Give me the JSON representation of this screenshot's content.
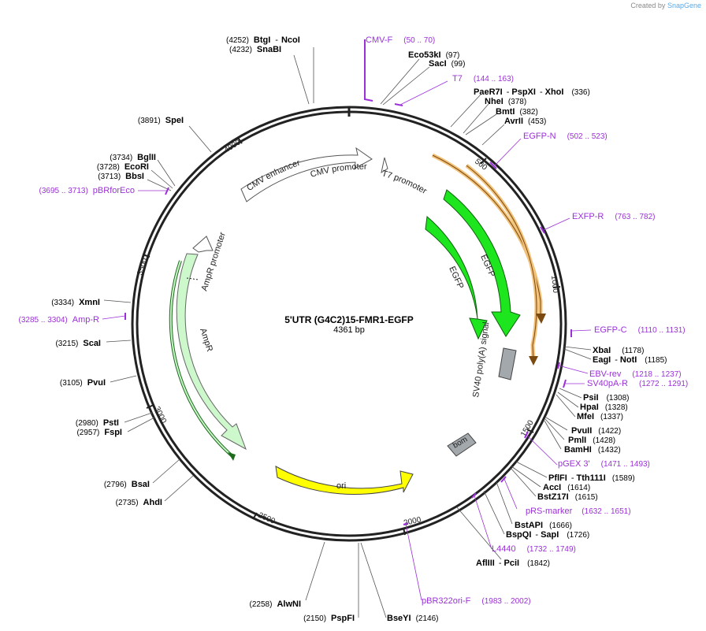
{
  "credit": {
    "prefix": "Created by",
    "brand": "SnapGene"
  },
  "plasmid": {
    "name": "5'UTR (G4C2)15-FMR1-EGFP",
    "size": "4361 bp"
  },
  "ticks": [
    "500",
    "1000",
    "1500",
    "2000",
    "2500",
    "3000",
    "3500",
    "4000"
  ],
  "sites": [
    {
      "pos": "(4252)",
      "names": [
        "BtgI",
        "NcoI"
      ]
    },
    {
      "pos": "(4232)",
      "names": [
        "SnaBI"
      ]
    },
    {
      "pos": "(97)",
      "names": [
        "Eco53kI"
      ]
    },
    {
      "pos": "(99)",
      "names": [
        "SacI"
      ]
    },
    {
      "pos": "(336)",
      "names": [
        "PaeR7I",
        "PspXI",
        "XhoI"
      ]
    },
    {
      "pos": "(378)",
      "names": [
        "NheI"
      ]
    },
    {
      "pos": "(382)",
      "names": [
        "BmtI"
      ]
    },
    {
      "pos": "(453)",
      "names": [
        "AvrII"
      ]
    },
    {
      "pos": "(3891)",
      "names": [
        "SpeI"
      ]
    },
    {
      "pos": "(3734)",
      "names": [
        "BglII"
      ]
    },
    {
      "pos": "(3728)",
      "names": [
        "EcoRI"
      ]
    },
    {
      "pos": "(3713)",
      "names": [
        "BbsI"
      ]
    },
    {
      "pos": "(3334)",
      "names": [
        "XmnI"
      ]
    },
    {
      "pos": "(3215)",
      "names": [
        "ScaI"
      ]
    },
    {
      "pos": "(3105)",
      "names": [
        "PvuI"
      ]
    },
    {
      "pos": "(2980)",
      "names": [
        "PstI"
      ]
    },
    {
      "pos": "(2957)",
      "names": [
        "FspI"
      ]
    },
    {
      "pos": "(2796)",
      "names": [
        "BsaI"
      ]
    },
    {
      "pos": "(2735)",
      "names": [
        "AhdI"
      ]
    },
    {
      "pos": "(2258)",
      "names": [
        "AlwNI"
      ]
    },
    {
      "pos": "(2150)",
      "names": [
        "PspFI"
      ]
    },
    {
      "pos": "(2146)",
      "names": [
        "BseYI"
      ]
    },
    {
      "pos": "(1178)",
      "names": [
        "XbaI"
      ]
    },
    {
      "pos": "(1185)",
      "names": [
        "EagI",
        "NotI"
      ]
    },
    {
      "pos": "(1308)",
      "names": [
        "PsiI"
      ]
    },
    {
      "pos": "(1328)",
      "names": [
        "HpaI"
      ]
    },
    {
      "pos": "(1337)",
      "names": [
        "MfeI"
      ]
    },
    {
      "pos": "(1422)",
      "names": [
        "PvuII"
      ]
    },
    {
      "pos": "(1428)",
      "names": [
        "PmlI"
      ]
    },
    {
      "pos": "(1432)",
      "names": [
        "BamHI"
      ]
    },
    {
      "pos": "(1589)",
      "names": [
        "PflFI",
        "Tth111I"
      ]
    },
    {
      "pos": "(1614)",
      "names": [
        "AccI"
      ]
    },
    {
      "pos": "(1615)",
      "names": [
        "BstZ17I"
      ]
    },
    {
      "pos": "(1666)",
      "names": [
        "BstAPI"
      ]
    },
    {
      "pos": "(1726)",
      "names": [
        "BspQI",
        "SapI"
      ]
    },
    {
      "pos": "(1842)",
      "names": [
        "AflIII",
        "PciI"
      ]
    }
  ],
  "primers": [
    {
      "name": "CMV-F",
      "range": "(50 .. 70)"
    },
    {
      "name": "T7",
      "range": "(144 .. 163)"
    },
    {
      "name": "EGFP-N",
      "range": "(502 .. 523)"
    },
    {
      "name": "EXFP-R",
      "range": "(763 .. 782)"
    },
    {
      "name": "EGFP-C",
      "range": "(1110 .. 1131)"
    },
    {
      "name": "EBV-rev",
      "range": "(1218 .. 1237)"
    },
    {
      "name": "SV40pA-R",
      "range": "(1272 .. 1291)"
    },
    {
      "name": "pGEX 3'",
      "range": "(1471 .. 1493)"
    },
    {
      "name": "pRS-marker",
      "range": "(1632 .. 1651)"
    },
    {
      "name": "L4440",
      "range": "(1732 .. 1749)"
    },
    {
      "name": "pBR322ori-F",
      "range": "(1983 .. 2002)"
    },
    {
      "name": "Amp-R",
      "range": "(3285 .. 3304)"
    },
    {
      "name": "pBRforEco",
      "range": "(3695 .. 3713)"
    }
  ],
  "features": {
    "cmv_enhancer": "CMV enhancer",
    "cmv_promoter": "CMV promoter",
    "t7_promoter": "T7 promoter",
    "egfp_outer": "EGFP",
    "egfp_inner": "EGFP",
    "sv40": "SV40 poly(A) signal",
    "bom": "bom",
    "ori": "ori",
    "ampr": "AmpR",
    "ampr_promoter": "AmpR promoter"
  },
  "colors": {
    "backbone": "#222222",
    "enzyme_text": "#000000",
    "primer": "#9b30d9",
    "egfp": "#1ee61e",
    "orf_orange": "#f2c27a",
    "ampr_fill": "#ccf8cc",
    "ori_fill": "#ffff00",
    "grey_feature": "#a3a8ad"
  }
}
